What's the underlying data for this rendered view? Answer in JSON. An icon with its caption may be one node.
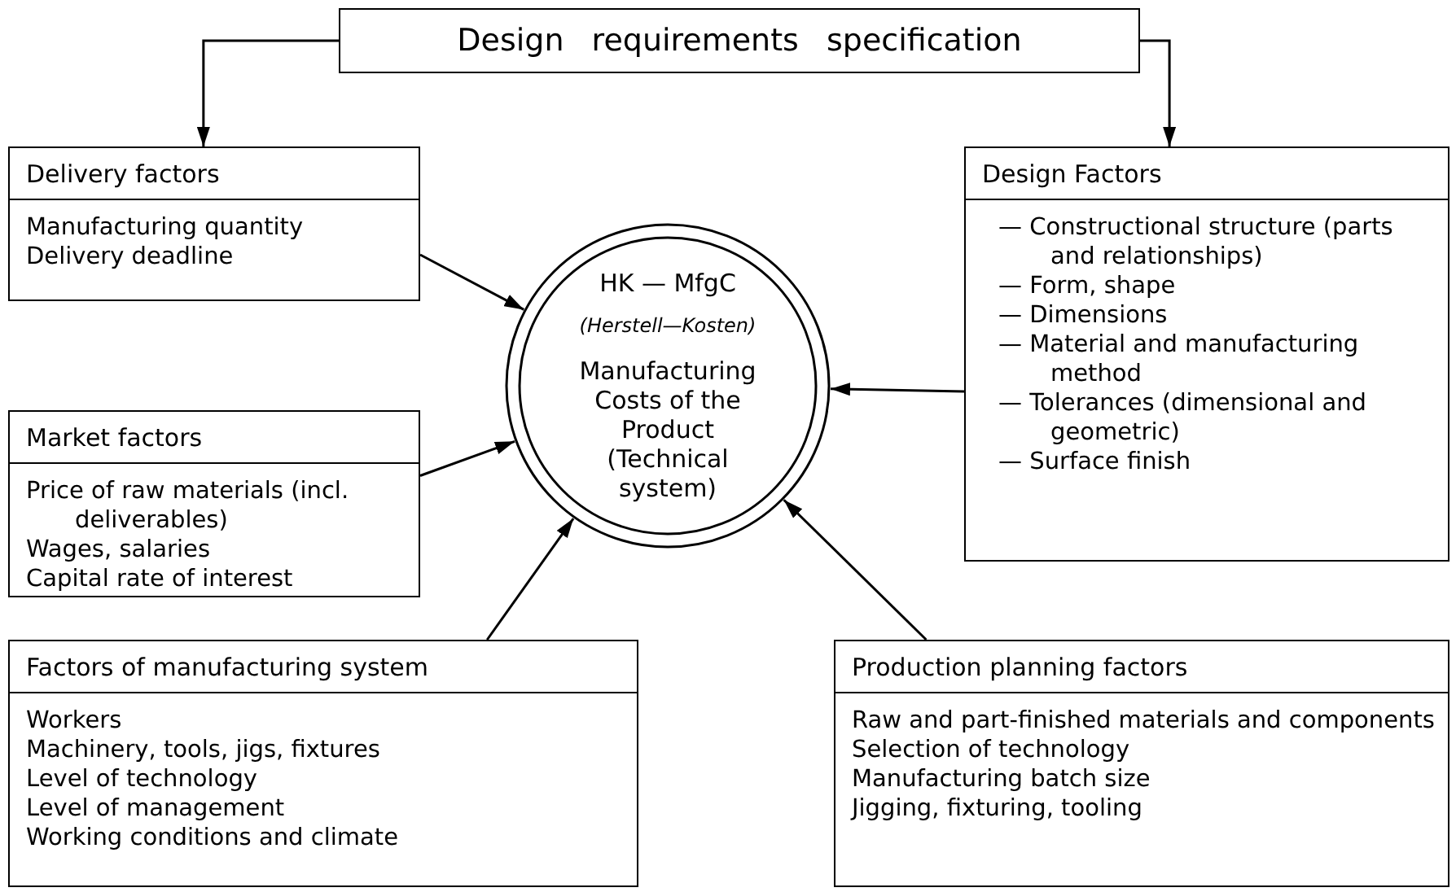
{
  "diagram": {
    "nodes": [
      {
        "text": [
          "Design requirements specification"
        ]
      },
      {
        "text": [
          "Delivery factors",
          "Manufacturing quantity",
          "Delivery deadline"
        ]
      },
      {
        "text": [
          "Market factors",
          "Price of raw materials (incl. deliverables)",
          "Wages, salaries",
          "Capital rate of interest"
        ]
      },
      {
        "text": [
          "HK — MfgC",
          "(Herstell—Kosten)",
          "Manufacturing Costs of the Product (Technical system)"
        ]
      },
      {
        "text": [
          "Design Factors",
          "— Constructional structure (parts and relationships)",
          "— Form, shape",
          "— Dimensions",
          "— Material and manufacturing method",
          "— Tolerances (dimensional and geometric)",
          "— Surface finish"
        ]
      },
      {
        "text": [
          "Factors of manufacturing system",
          "Workers",
          "Machinery, tools, jigs, fixtures",
          "Level of technology",
          "Level of management",
          "Working conditions and climate"
        ]
      },
      {
        "text": [
          "Production planning factors",
          "Raw and part-finished materials and components",
          "Selection of technology",
          "Manufacturing batch size",
          "Jigging, fixturing, tooling"
        ]
      }
    ],
    "edges": [
      {
        "from": 0,
        "to": 1,
        "arrow": "to"
      },
      {
        "from": 0,
        "to": 4,
        "arrow": "to"
      },
      {
        "from": 1,
        "to": 3,
        "arrow": "to"
      },
      {
        "from": 2,
        "to": 3,
        "arrow": "to"
      },
      {
        "from": 4,
        "to": 3,
        "arrow": "to"
      },
      {
        "from": 5,
        "to": 3,
        "arrow": "to"
      },
      {
        "from": 6,
        "to": 3,
        "arrow": "to"
      }
    ]
  }
}
